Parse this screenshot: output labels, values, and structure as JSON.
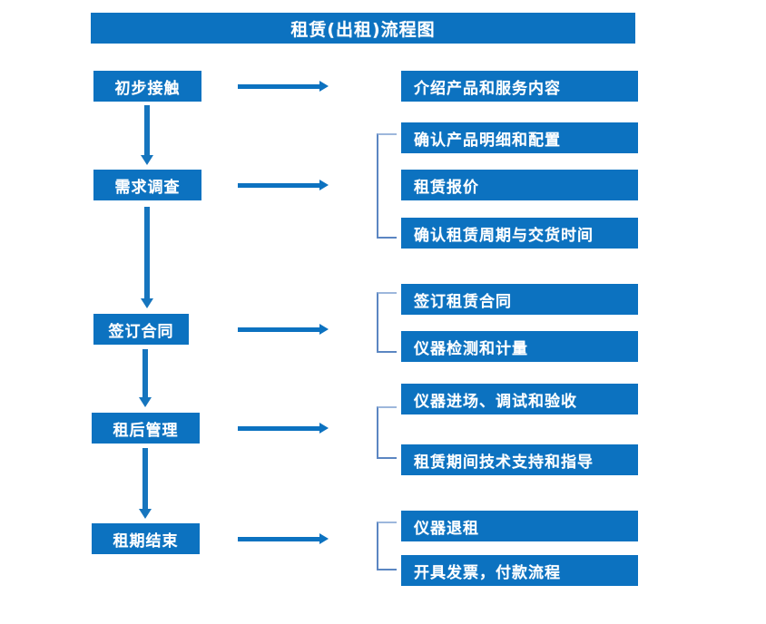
{
  "diagram": {
    "title": "租赁(出租)流程图",
    "accent_color": "#0C72C0",
    "arrow_color": "#1675BE",
    "bracket_color": "#5B86C2",
    "text_color": "#FFFFFF",
    "background_color": "#FFFFFF",
    "stages": [
      {
        "id": "stage-1",
        "label": "初步接触"
      },
      {
        "id": "stage-2",
        "label": "需求调查"
      },
      {
        "id": "stage-3",
        "label": "签订合同"
      },
      {
        "id": "stage-4",
        "label": "租后管理"
      },
      {
        "id": "stage-5",
        "label": "租期结束"
      }
    ],
    "details": [
      {
        "group": 1,
        "items": [
          {
            "label": "介绍产品和服务内容"
          }
        ]
      },
      {
        "group": 2,
        "items": [
          {
            "label": "确认产品明细和配置"
          },
          {
            "label": "租赁报价"
          },
          {
            "label": "确认租赁周期与交货时间"
          }
        ]
      },
      {
        "group": 3,
        "items": [
          {
            "label": "签订租赁合同"
          },
          {
            "label": "仪器检测和计量"
          }
        ]
      },
      {
        "group": 4,
        "items": [
          {
            "label": "仪器进场、调试和验收"
          },
          {
            "label": "租赁期间技术支持和指导"
          }
        ]
      },
      {
        "group": 5,
        "items": [
          {
            "label": "仪器退租"
          },
          {
            "label": "开具发票，付款流程"
          }
        ]
      }
    ]
  }
}
